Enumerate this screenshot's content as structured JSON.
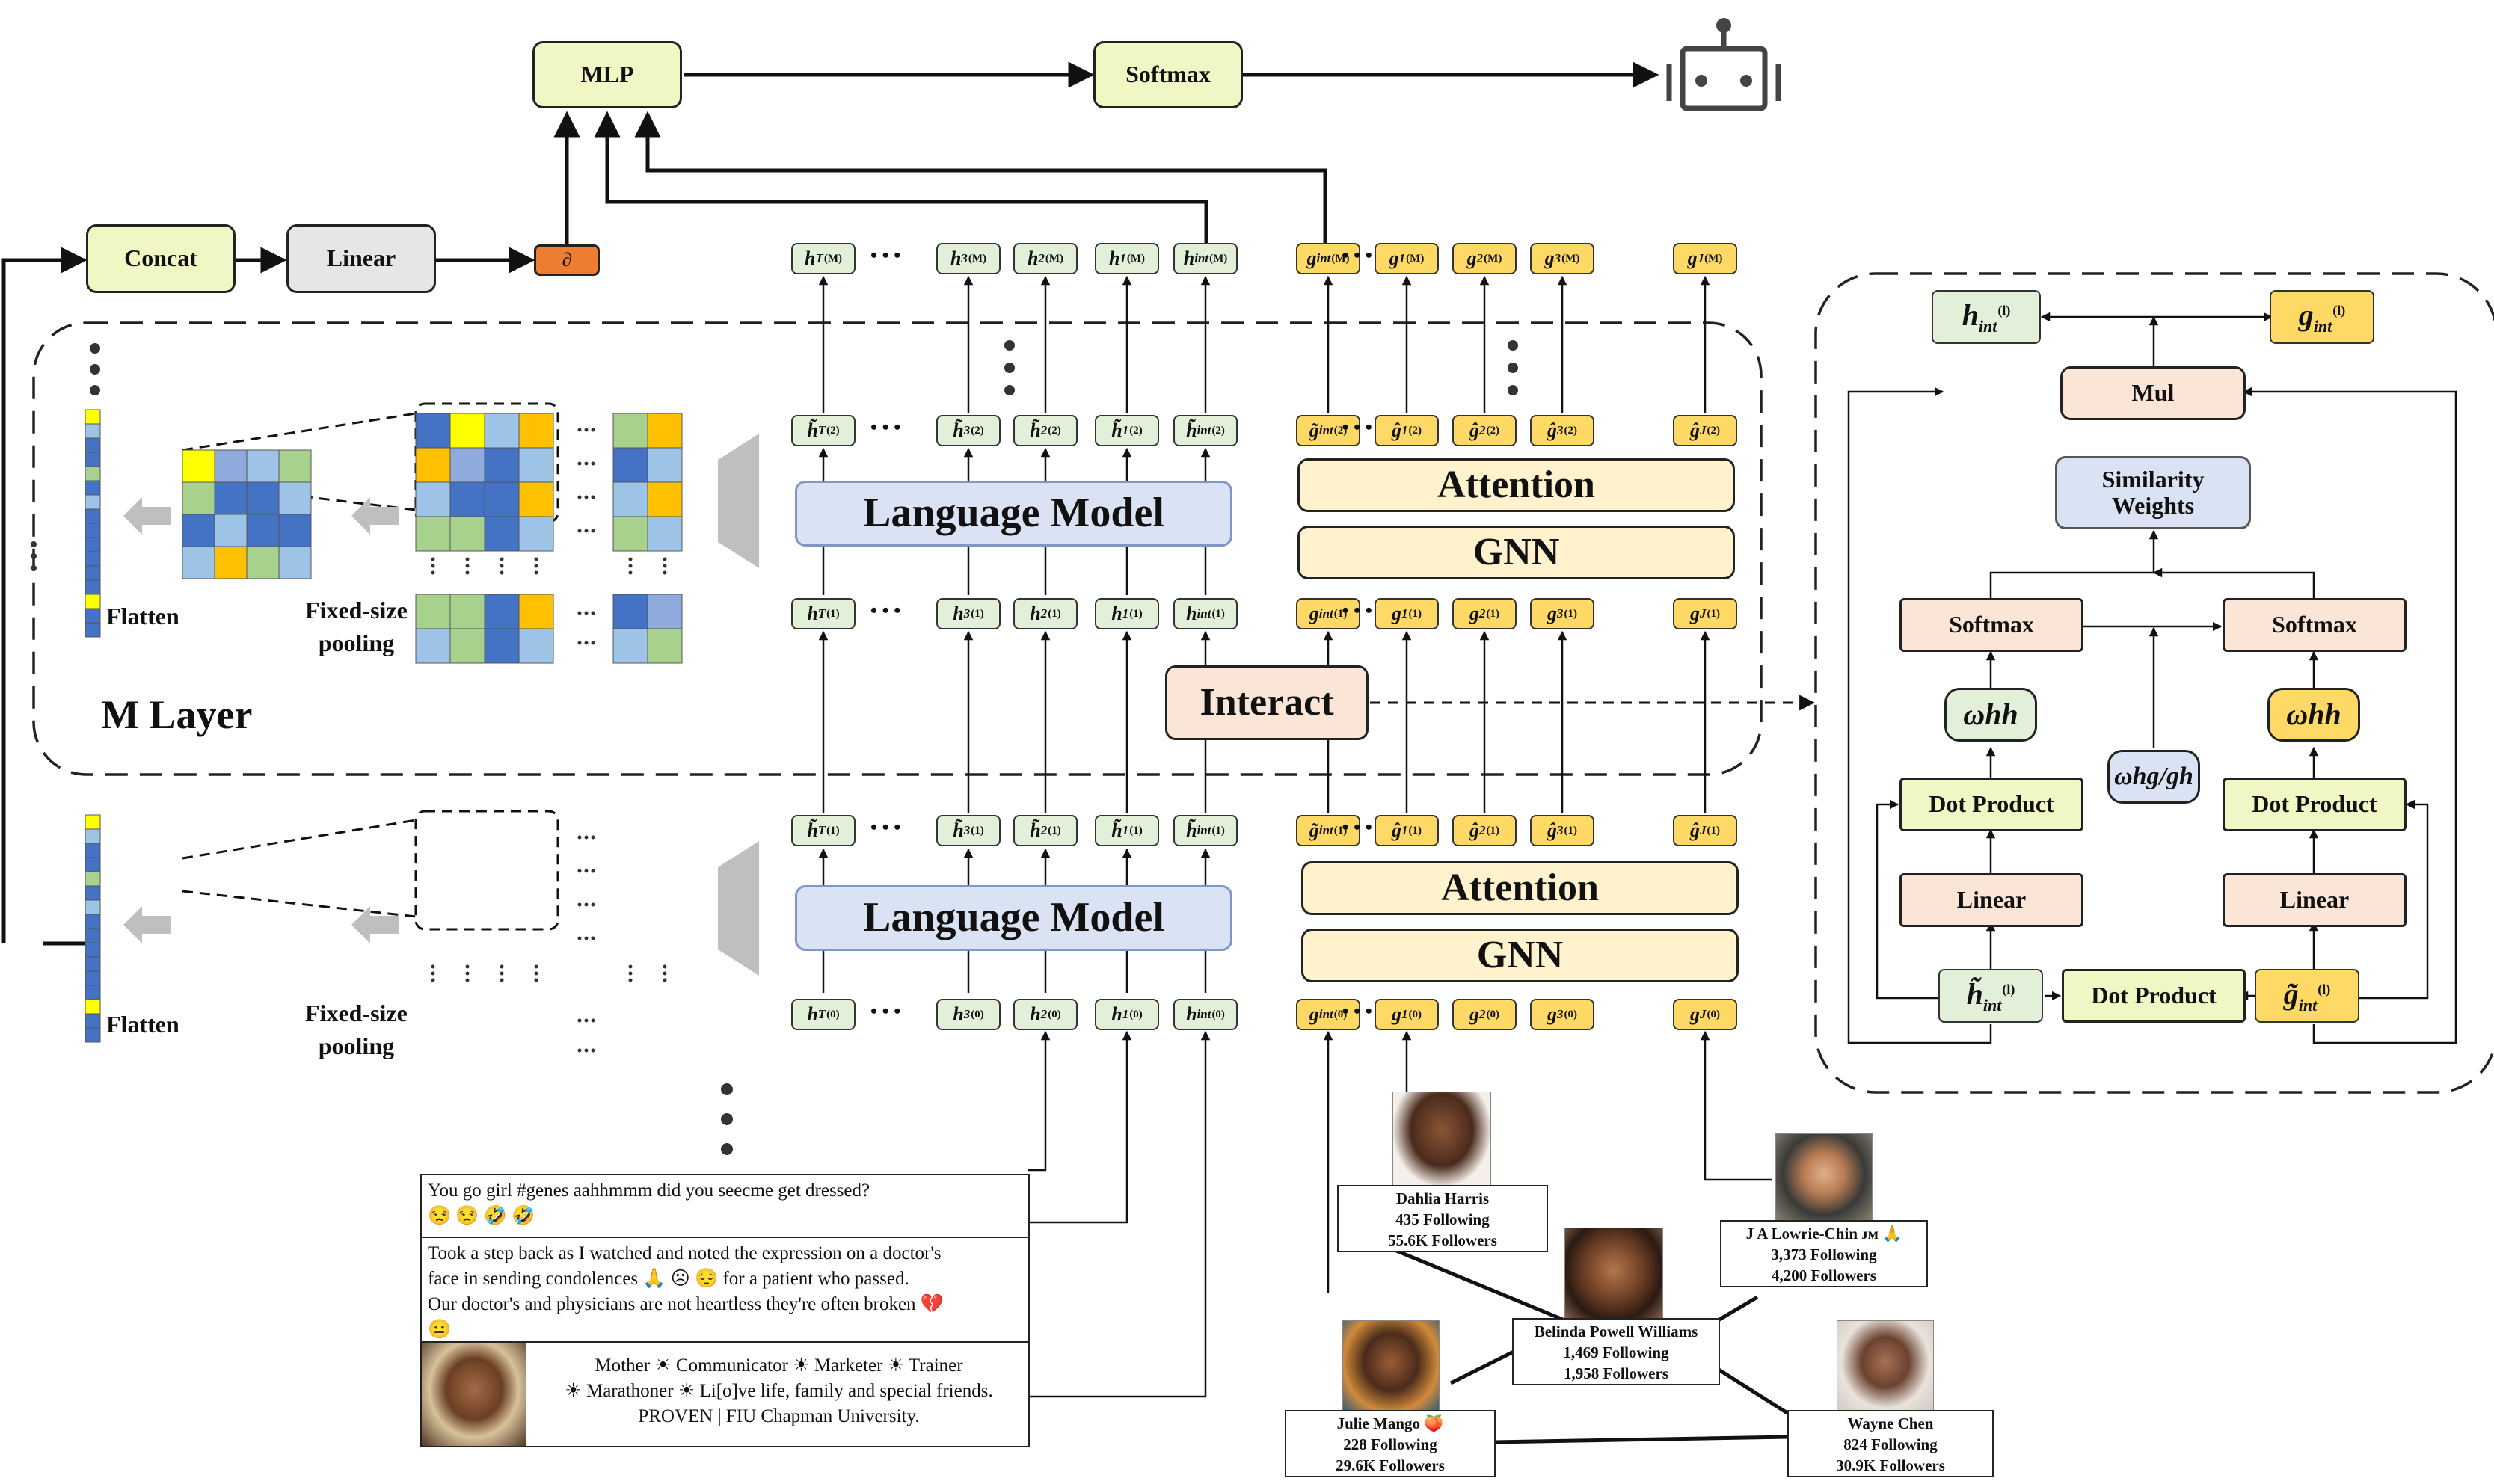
{
  "top": {
    "mlp": "MLP",
    "softmax": "Softmax",
    "concat": "Concat",
    "linear": "Linear",
    "concat_out": "∂",
    "robot": "robot-icon"
  },
  "layer": {
    "m_layer_label": "M Layer",
    "flatten": "Flatten",
    "pooling": "Fixed-size\npooling",
    "language_model": "Language Model",
    "attention": "Attention",
    "gnn": "GNN",
    "interact": "Interact",
    "dots": "• • •"
  },
  "tokens": {
    "h_top": [
      {
        "b": "h",
        "s": "T",
        "sup": "(M)"
      },
      {
        "b": "h",
        "s": "3",
        "sup": "(M)"
      },
      {
        "b": "h",
        "s": "2",
        "sup": "(M)"
      },
      {
        "b": "h",
        "s": "1",
        "sup": "(M)"
      },
      {
        "b": "h",
        "s": "int",
        "sup": "(M)"
      }
    ],
    "g_top": [
      {
        "b": "g",
        "s": "int",
        "sup": "(M)"
      },
      {
        "b": "g",
        "s": "1",
        "sup": "(M)"
      },
      {
        "b": "g",
        "s": "2",
        "sup": "(M)"
      },
      {
        "b": "g",
        "s": "3",
        "sup": "(M)"
      },
      {
        "b": "g",
        "s": "J",
        "sup": "(M)"
      }
    ],
    "h_l2": [
      {
        "b": "h̃",
        "s": "T",
        "sup": "(2)"
      },
      {
        "b": "h̃",
        "s": "3",
        "sup": "(2)"
      },
      {
        "b": "h̃",
        "s": "2",
        "sup": "(2)"
      },
      {
        "b": "h̃",
        "s": "1",
        "sup": "(2)"
      },
      {
        "b": "h̃",
        "s": "int",
        "sup": "(2)"
      }
    ],
    "g_l2": [
      {
        "b": "g̃",
        "s": "int",
        "sup": "(2)"
      },
      {
        "b": "ĝ",
        "s": "1",
        "sup": "(2)"
      },
      {
        "b": "ĝ",
        "s": "2",
        "sup": "(2)"
      },
      {
        "b": "ĝ",
        "s": "3",
        "sup": "(2)"
      },
      {
        "b": "ĝ",
        "s": "J",
        "sup": "(2)"
      }
    ],
    "h_l1": [
      {
        "b": "h",
        "s": "T",
        "sup": "(1)"
      },
      {
        "b": "h",
        "s": "3",
        "sup": "(1)"
      },
      {
        "b": "h",
        "s": "2",
        "sup": "(1)"
      },
      {
        "b": "h",
        "s": "1",
        "sup": "(1)"
      },
      {
        "b": "h",
        "s": "int",
        "sup": "(1)"
      }
    ],
    "g_l1": [
      {
        "b": "g",
        "s": "int",
        "sup": "(1)"
      },
      {
        "b": "g",
        "s": "1",
        "sup": "(1)"
      },
      {
        "b": "g",
        "s": "2",
        "sup": "(1)"
      },
      {
        "b": "g",
        "s": "3",
        "sup": "(1)"
      },
      {
        "b": "g",
        "s": "J",
        "sup": "(1)"
      }
    ],
    "h_l1t": [
      {
        "b": "h̃",
        "s": "T",
        "sup": "(1)"
      },
      {
        "b": "h̃",
        "s": "3",
        "sup": "(1)"
      },
      {
        "b": "h̃",
        "s": "2",
        "sup": "(1)"
      },
      {
        "b": "h̃",
        "s": "1",
        "sup": "(1)"
      },
      {
        "b": "h̃",
        "s": "int",
        "sup": "(1)"
      }
    ],
    "g_l1t": [
      {
        "b": "g̃",
        "s": "int",
        "sup": "(1)"
      },
      {
        "b": "ĝ",
        "s": "1",
        "sup": "(1)"
      },
      {
        "b": "ĝ",
        "s": "2",
        "sup": "(1)"
      },
      {
        "b": "ĝ",
        "s": "3",
        "sup": "(1)"
      },
      {
        "b": "ĝ",
        "s": "J",
        "sup": "(1)"
      }
    ],
    "h_l0": [
      {
        "b": "h",
        "s": "T",
        "sup": "(0)"
      },
      {
        "b": "h",
        "s": "3",
        "sup": "(0)"
      },
      {
        "b": "h",
        "s": "2",
        "sup": "(0)"
      },
      {
        "b": "h",
        "s": "1",
        "sup": "(0)"
      },
      {
        "b": "h",
        "s": "int",
        "sup": "(0)"
      }
    ],
    "g_l0": [
      {
        "b": "g",
        "s": "int",
        "sup": "(0)"
      },
      {
        "b": "g",
        "s": "1",
        "sup": "(0)"
      },
      {
        "b": "g",
        "s": "2",
        "sup": "(0)"
      },
      {
        "b": "g",
        "s": "3",
        "sup": "(0)"
      },
      {
        "b": "g",
        "s": "J",
        "sup": "(0)"
      }
    ]
  },
  "interact_panel": {
    "h_out": {
      "b": "h",
      "s": "int",
      "sup": "(l)"
    },
    "g_out": {
      "b": "g",
      "s": "int",
      "sup": "(l)"
    },
    "mul": "Mul",
    "similarity": "Similarity\nWeights",
    "softmax_left": "Softmax",
    "softmax_right": "Softmax",
    "omega_left": "ωhh",
    "omega_mid": "ωhg/gh",
    "omega_right": "ωhh",
    "dot_left": "Dot Product",
    "dot_right": "Dot Product",
    "dot_bottom": "Dot Product",
    "linear_left": "Linear",
    "linear_right": "Linear",
    "h_in": {
      "b": "h̃",
      "s": "int",
      "sup": "(l)"
    },
    "g_in": {
      "b": "g̃",
      "s": "int",
      "sup": "(l)"
    }
  },
  "tweets": [
    "You go girl #genes aahhmmm did you seecme get dressed?\n😒 😒 🤣 🤣",
    "Took a step back as I watched and noted the expression on a doctor's\nface in sending condolences 🙏 ☹ 😔 for a patient who passed.\nOur doctor's and physicians are not heartless they're often broken 💔\n😐"
  ],
  "bio": "Mother ☀ Communicator ☀ Marketer ☀ Trainer\n☀ Marathoner ☀ Li[o]ve life, family and special friends.\nPROVEN | FIU Chapman University.",
  "profiles": [
    {
      "name": "Dahlia Harris",
      "following": "435 Following",
      "followers": "55.6K Followers"
    },
    {
      "name": "J A Lowrie-Chin ᴊᴍ 🙏",
      "following": "3,373 Following",
      "followers": "4,200 Followers"
    },
    {
      "name": "Belinda Powell Williams",
      "following": "1,469 Following",
      "followers": "1,958 Followers"
    },
    {
      "name": "Julie Mango 🍑",
      "following": "228 Following",
      "followers": "29.6K Followers"
    },
    {
      "name": "Wayne Chen",
      "following": "824 Following",
      "followers": "30.9K Followers"
    }
  ],
  "colors": {
    "green_token": "#e2f0d9",
    "orange_token": "#ffd966",
    "peach": "#fbe5d6",
    "yellow_box": "#f0f7c4",
    "gray_box": "#e7e6e6",
    "lm_blue": "#dae3f3",
    "attn_yellow": "#fff2cc",
    "concat_out": "#ed7d31",
    "grid_yellow": "#ffff00",
    "grid_blue": "#4472c4",
    "grid_lightblue": "#9dc3e6",
    "grid_green": "#a9d18e",
    "grid_gold": "#ffc000",
    "grid_steel": "#8faadc"
  }
}
